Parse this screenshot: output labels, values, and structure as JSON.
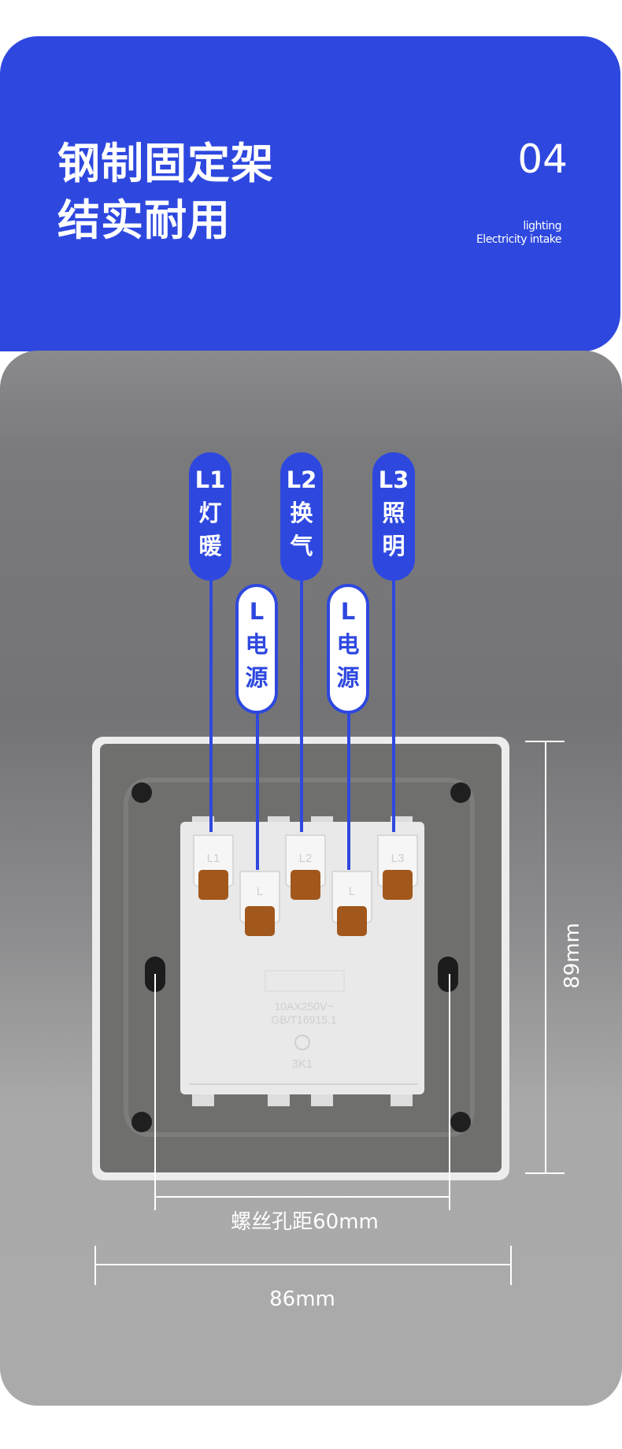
{
  "header": {
    "title_line1": "钢制固定架",
    "title_line2": "结实耐用",
    "section_number": "04",
    "subtitle_line1": "lighting",
    "subtitle_line2": "Electricity intake"
  },
  "labels": [
    {
      "code": "L1",
      "line1": "灯",
      "line2": "暖"
    },
    {
      "code": "L",
      "line1": "电",
      "line2": "源"
    },
    {
      "code": "L2",
      "line1": "换",
      "line2": "气"
    },
    {
      "code": "L",
      "line1": "电",
      "line2": "源"
    },
    {
      "code": "L3",
      "line1": "照",
      "line2": "明"
    }
  ],
  "module_markings": {
    "terminals": [
      "L1",
      "L",
      "L2",
      "L",
      "L3"
    ],
    "rating": "10AX250V~",
    "standard": "GB/T16915.1",
    "cert": "3K1"
  },
  "dimensions": {
    "height": "89mm",
    "screw_spacing": "螺丝孔距60mm",
    "width": "86mm"
  },
  "colors": {
    "brand_blue": "#2e48df"
  }
}
